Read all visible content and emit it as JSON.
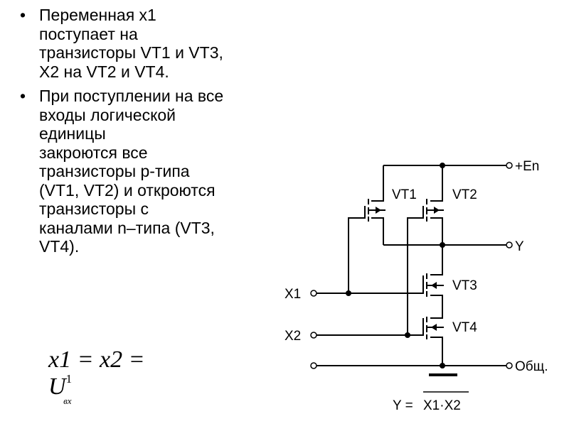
{
  "bullets": [
    {
      "lines": [
        "Переменная x1",
        "поступает на",
        "транзисторы VT1 и VT3,",
        "X2 на VT2 и VT4."
      ]
    },
    {
      "lines": [
        "При поступлении на все",
        "входы логической",
        "единицы",
        "закроются все",
        "транзисторы p-типа",
        "(VT1, VT2) и откроются",
        "транзисторы с",
        "каналами n–типа (VT3,",
        "VT4)."
      ]
    }
  ],
  "formula": {
    "main": "x1 = x2 = U",
    "sup": "1",
    "sub": "вх"
  },
  "circuit": {
    "labels": {
      "en": "+En",
      "y": "Y",
      "x1": "X1",
      "x2": "X2",
      "gnd": "Общ.",
      "vt1": "VT1",
      "vt2": "VT2",
      "vt3": "VT3",
      "vt4": "VT4"
    },
    "equation_left": "Y = ",
    "equation_right": "X1·X2"
  }
}
